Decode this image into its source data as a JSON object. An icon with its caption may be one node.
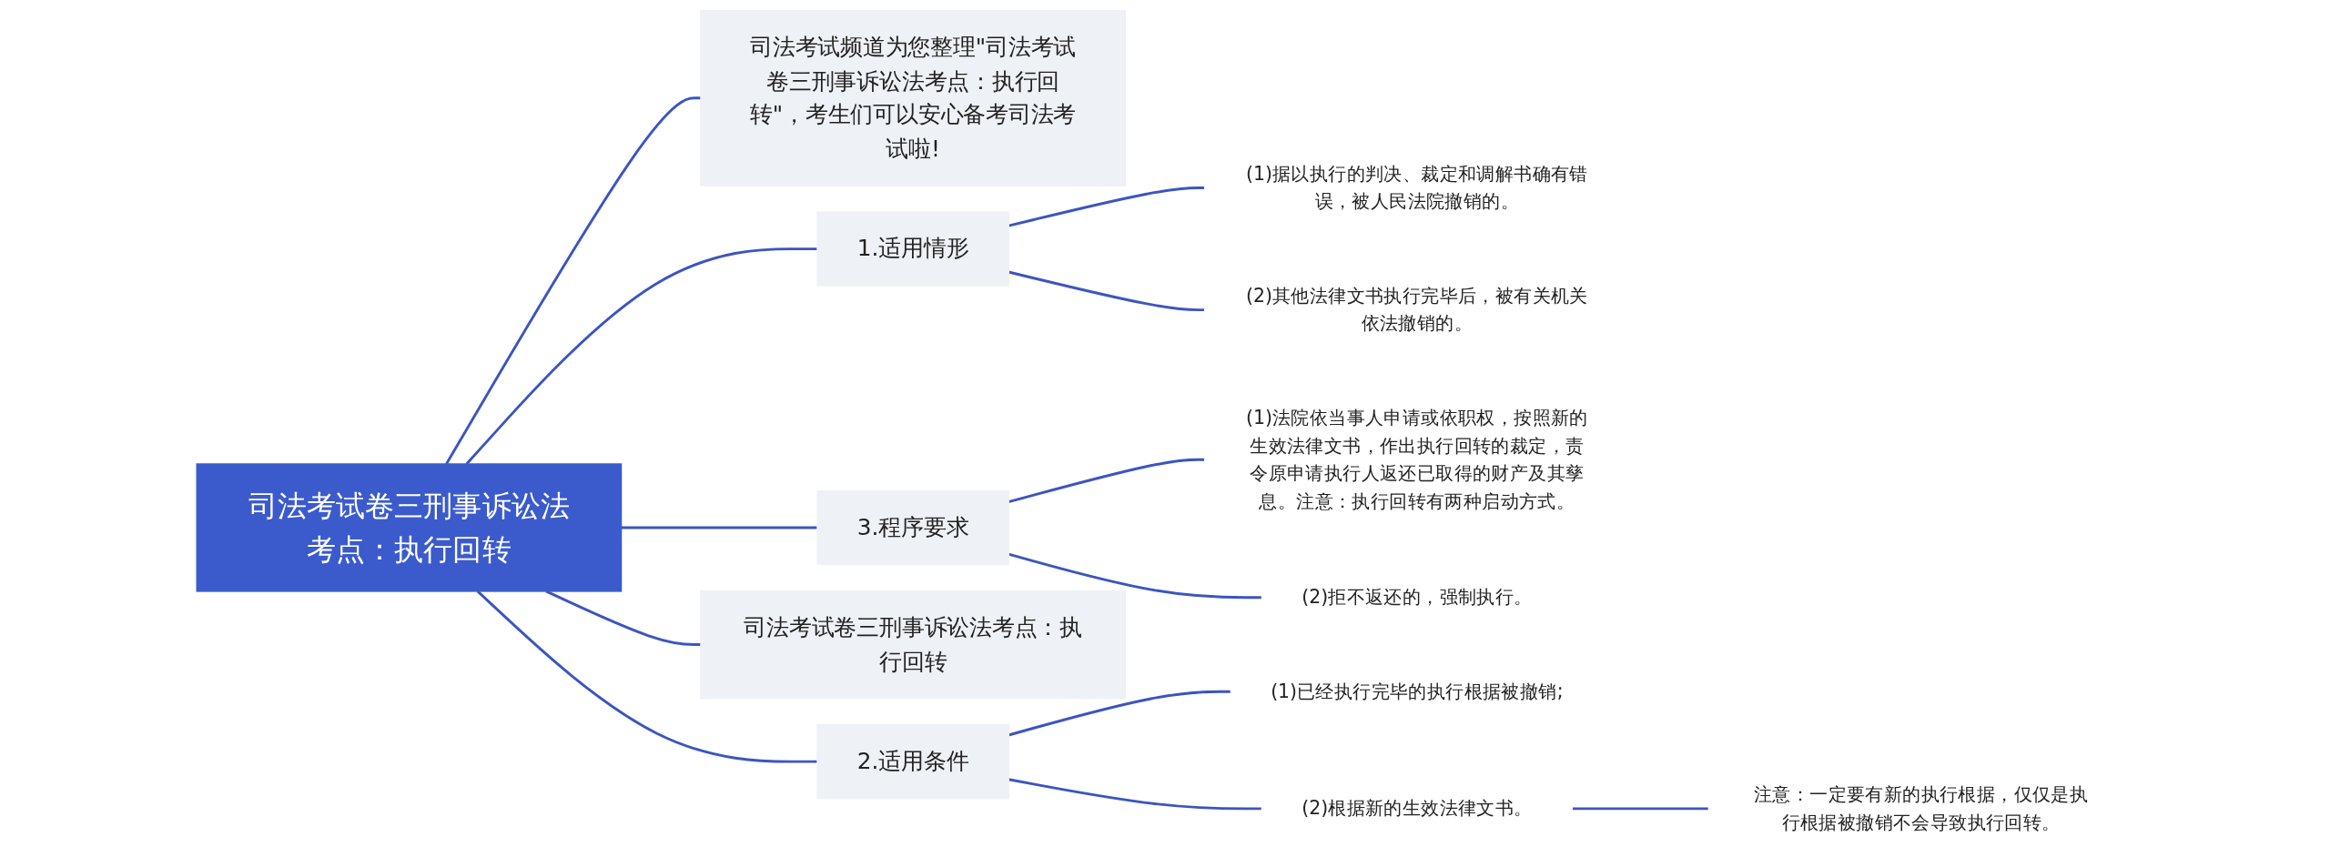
{
  "diagram": {
    "nodes": [
      {
        "text": [
          "司法考试卷三刑事诉讼法考点：执行回转"
        ]
      },
      {
        "text": [
          "司法考试频道为您整理\"司法考试卷三刑事诉讼法考点：执行回转\"，考生们可以安心备考司法考试啦!"
        ]
      },
      {
        "text": [
          "1.适用情形"
        ]
      },
      {
        "text": [
          "(1)据以执行的判决、裁定和调解书确有错误，被人民法院撤销的。"
        ]
      },
      {
        "text": [
          "(2)其他法律文书执行完毕后，被有关机关依法撤销的。"
        ]
      },
      {
        "text": [
          "3.程序要求"
        ]
      },
      {
        "text": [
          "(1)法院依当事人申请或依职权，按照新的生效法律文书，作出执行回转的裁定，责令原申请执行人返还已取得的财产及其孳息。注意：执行回转有两种启动方式。"
        ]
      },
      {
        "text": [
          "(2)拒不返还的，强制执行。"
        ]
      },
      {
        "text": [
          "司法考试卷三刑事诉讼法考点：执行回转"
        ]
      },
      {
        "text": [
          "2.适用条件"
        ]
      },
      {
        "text": [
          "(1)已经执行完毕的执行根据被撤销;"
        ]
      },
      {
        "text": [
          "(2)根据新的生效法律文书。"
        ]
      },
      {
        "text": [
          "注意：一定要有新的执行根据，仅仅是执行根据被撤销不会导致执行回转。"
        ]
      }
    ],
    "edges": [
      {
        "from": 0,
        "to": 1,
        "arrow": "none"
      },
      {
        "from": 0,
        "to": 2,
        "arrow": "none"
      },
      {
        "from": 2,
        "to": 3,
        "arrow": "none"
      },
      {
        "from": 2,
        "to": 4,
        "arrow": "none"
      },
      {
        "from": 0,
        "to": 5,
        "arrow": "none"
      },
      {
        "from": 5,
        "to": 6,
        "arrow": "none"
      },
      {
        "from": 5,
        "to": 7,
        "arrow": "none"
      },
      {
        "from": 0,
        "to": 8,
        "arrow": "none"
      },
      {
        "from": 0,
        "to": 9,
        "arrow": "none"
      },
      {
        "from": 9,
        "to": 10,
        "arrow": "none"
      },
      {
        "from": 9,
        "to": 11,
        "arrow": "none"
      },
      {
        "from": 11,
        "to": 12,
        "arrow": "none"
      }
    ]
  }
}
